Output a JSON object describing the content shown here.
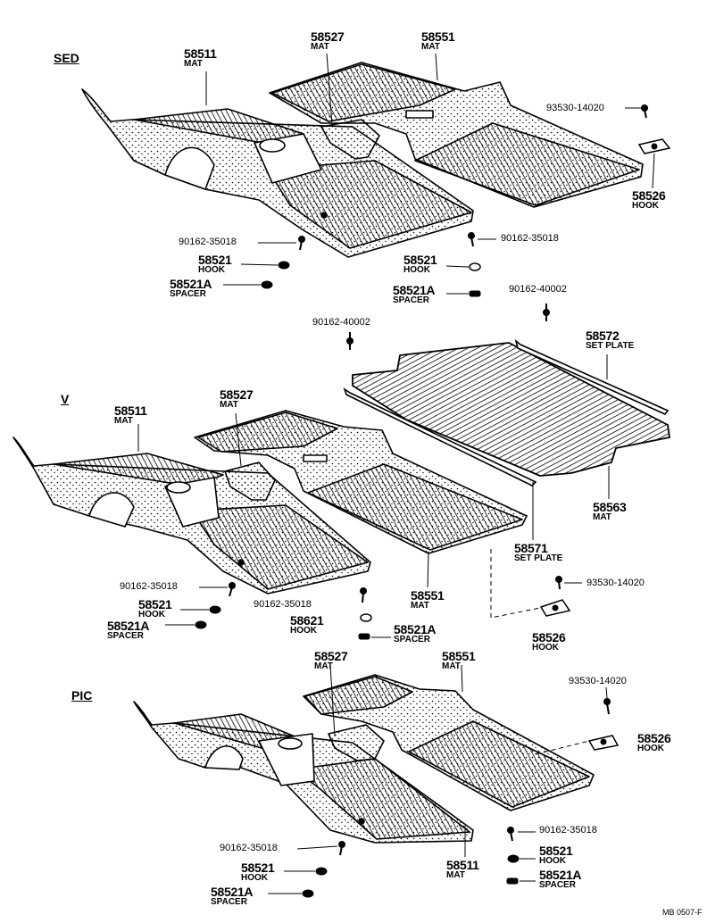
{
  "sections": {
    "sed": "SED",
    "v": "V",
    "pic": "PIC"
  },
  "parts": {
    "mat_58511": {
      "number": "58511",
      "name": "MAT"
    },
    "mat_58527": {
      "number": "58527",
      "name": "MAT"
    },
    "mat_58551": {
      "number": "58551",
      "name": "MAT"
    },
    "mat_58563": {
      "number": "58563",
      "name": "MAT"
    },
    "set_plate_58572": {
      "number": "58572",
      "name": "SET PLATE"
    },
    "set_plate_58571": {
      "number": "58571",
      "name": "SET PLATE"
    },
    "hook_58526": {
      "number": "58526",
      "name": "HOOK"
    },
    "hook_58521": {
      "number": "58521",
      "name": "HOOK"
    },
    "spacer_58521a": {
      "number": "58521A",
      "name": "SPACER"
    },
    "bolt_35018": {
      "number": "90162-35018"
    },
    "bolt_40002": {
      "number": "90162-40002"
    },
    "screw_14020": {
      "number": "93530-14020"
    }
  },
  "drawing_code": "MB 0507-F"
}
